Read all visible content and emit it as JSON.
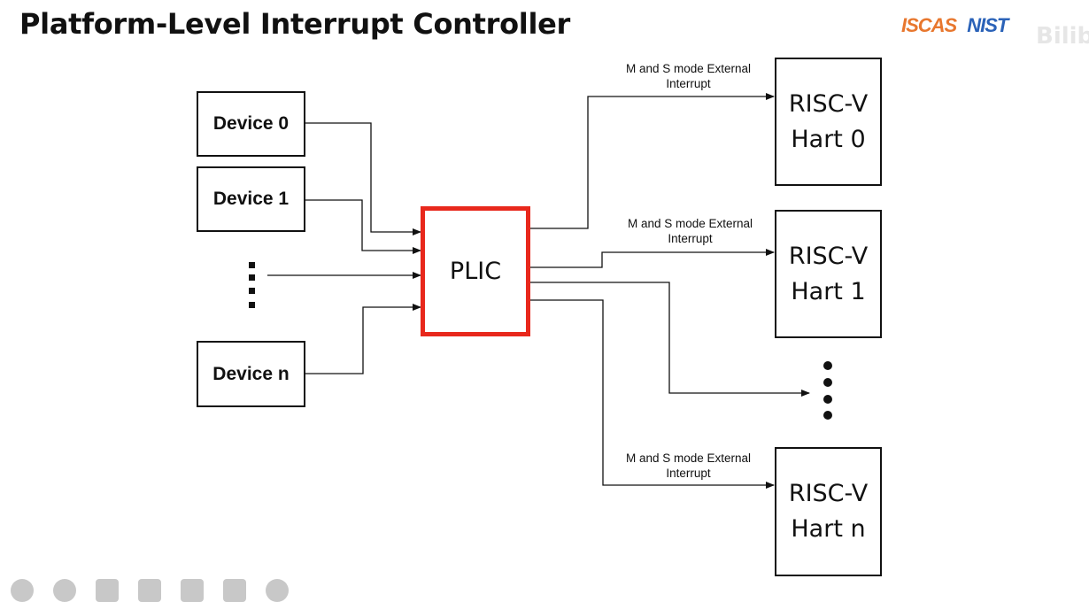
{
  "title": "Platform-Level Interrupt Controller",
  "logos": {
    "left": "ISCAS",
    "right": "NIST"
  },
  "watermark": "Bilibili",
  "devices": [
    "Device 0",
    "Device 1",
    "Device n"
  ],
  "plic": "PLIC",
  "harts": [
    {
      "line1": "RISC-V",
      "line2": "Hart 0"
    },
    {
      "line1": "RISC-V",
      "line2": "Hart 1"
    },
    {
      "line1": "RISC-V",
      "line2": "Hart n"
    }
  ],
  "interrupt_labels": [
    {
      "line1": "M and S mode  External",
      "line2": "Interrupt"
    },
    {
      "line1": "M and S mode  External",
      "line2": "Interrupt"
    },
    {
      "line1": "M and S mode  External",
      "line2": "Interrupt"
    }
  ],
  "toolbar_icons": [
    "prev-icon",
    "next-icon",
    "pen-icon",
    "zoom-icon",
    "camera-icon",
    "notes-icon",
    "more-icon"
  ]
}
